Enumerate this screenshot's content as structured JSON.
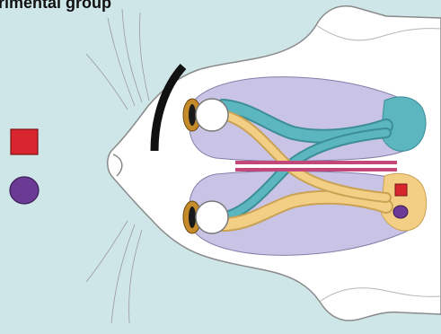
{
  "figure": {
    "title": "rimental group"
  },
  "stimuli": [
    {
      "shape": "square",
      "color": "#d8262e",
      "name": "red-square"
    },
    {
      "shape": "circle",
      "color": "#6a3a94",
      "name": "purple-circle"
    }
  ],
  "colors": {
    "background": "#cfe6e8",
    "cat_fur": "#ffffff",
    "cat_outline": "#8a8a8a",
    "brain_region": "#c9c4e6",
    "optic_pathway_left": "#5bb6c0",
    "optic_pathway_right": "#f2cf85",
    "corpus_callosum_cut": "#c2487a",
    "eye_patch": "#111111",
    "eye_iris": "#c58a2a"
  },
  "icons": [
    "red-square-icon",
    "purple-circle-icon",
    "eye-patch-icon"
  ]
}
